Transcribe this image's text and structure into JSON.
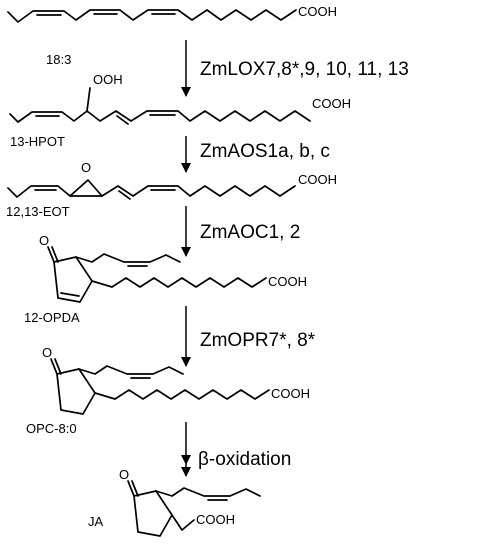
{
  "diagram": {
    "type": "biosynthesis-pathway",
    "structure_labels": {
      "s0": "COOH",
      "s1": "COOH",
      "s2": "COOH",
      "s3": "COOH",
      "s4": "COOH",
      "s5": "COOH",
      "ooh": "OOH",
      "o_epoxide": "O",
      "o_opda": "O",
      "o_opc": "O",
      "o_ja": "O"
    },
    "compounds": [
      "18:3",
      "13-HPOT",
      "12,13-EOT",
      "12-OPDA",
      "OPC-8:0",
      "JA"
    ],
    "enzymes": [
      "ZmLOX7,8*,9, 10, 11, 13",
      "ZmAOS1a, b, c",
      "ZmAOC1, 2",
      "ZmOPR7*, 8*",
      "β-oxidation"
    ]
  }
}
